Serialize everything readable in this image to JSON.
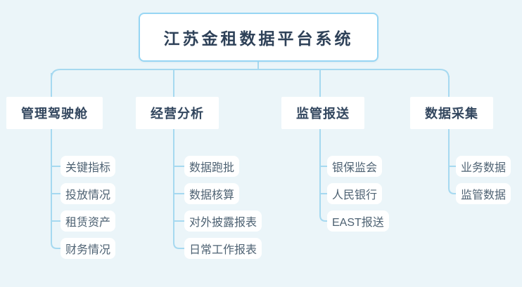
{
  "root": {
    "label": "江苏金租数据平台系统"
  },
  "branches": [
    {
      "label": "管理驾驶舱",
      "children": [
        "关键指标",
        "投放情况",
        "租赁资产",
        "财务情况"
      ]
    },
    {
      "label": "经营分析",
      "children": [
        "数据跑批",
        "数据核算",
        "对外披露报表",
        "日常工作报表"
      ]
    },
    {
      "label": "监管报送",
      "children": [
        "银保监会",
        "人民银行",
        "EAST报送"
      ]
    },
    {
      "label": "数据采集",
      "children": [
        "业务数据",
        "监管数据"
      ]
    }
  ],
  "colors": {
    "background": "#ebf5f9",
    "connector_line": "#a6d9f0",
    "root_border": "#97d6f4",
    "node_fill": "#ffffff",
    "root_text": "#2e4158",
    "branch_text": "#32465e",
    "leaf_text": "#4e6273"
  }
}
